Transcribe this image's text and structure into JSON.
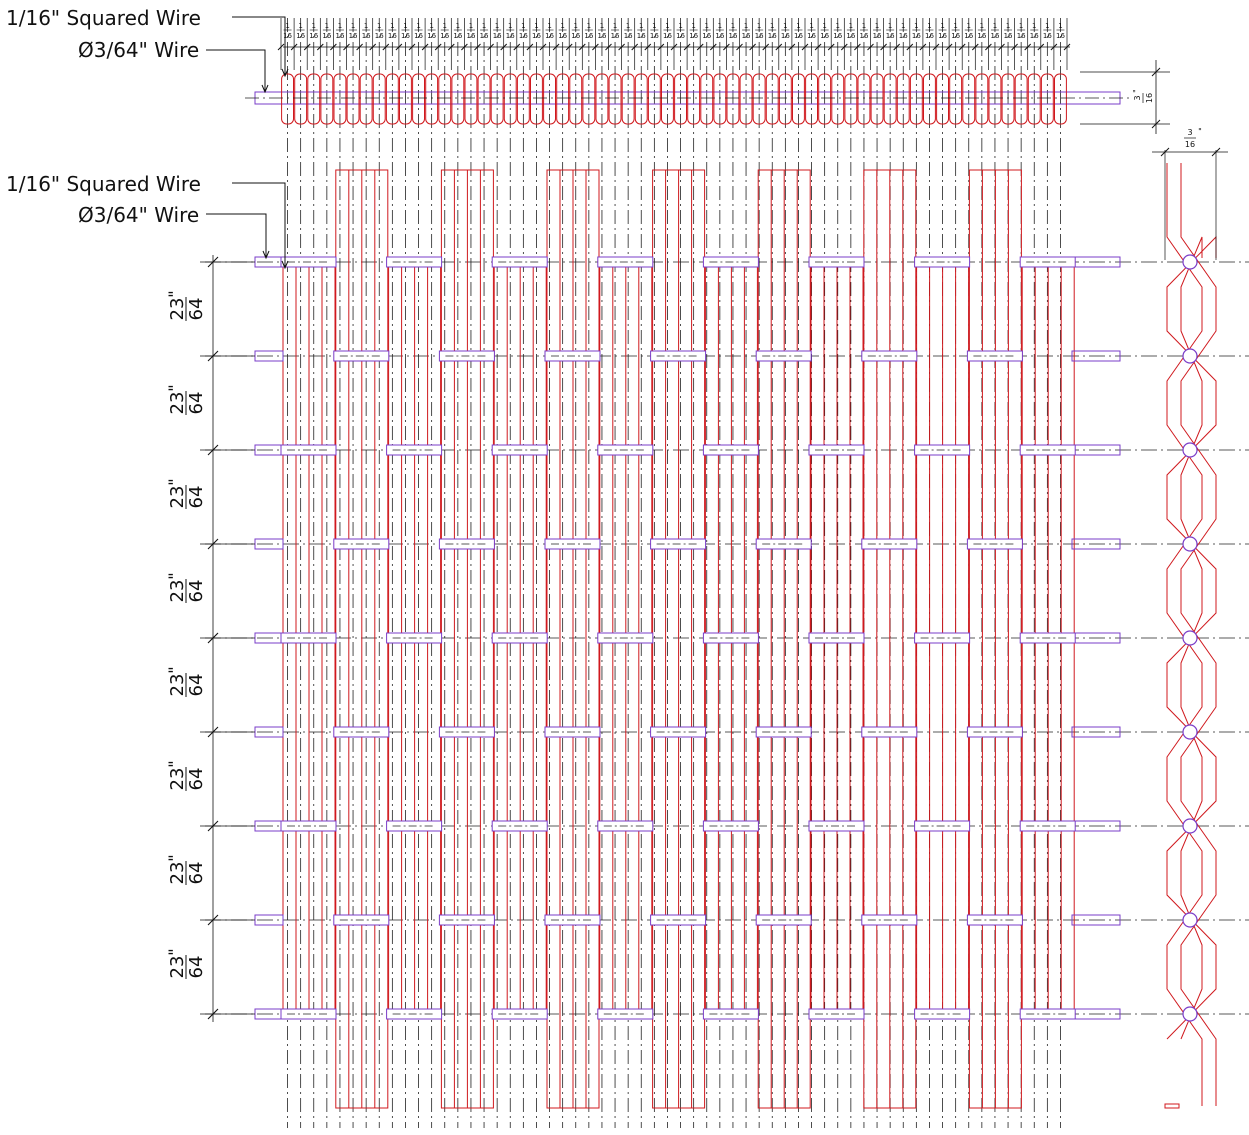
{
  "labels": {
    "squared_wire_top": "1/16\" Squared Wire",
    "round_wire_top": "Ø3/64\" Wire",
    "squared_wire_mid": "1/16\" Squared Wire",
    "round_wire_mid": "Ø3/64\" Wire"
  },
  "dims": {
    "pitch_num": "1",
    "pitch_den": "16",
    "thickness_num": "3",
    "thickness_den": "16",
    "thickness_unit": "\"",
    "row_num": "23",
    "row_den": "64",
    "row_unit": "\""
  },
  "colors": {
    "squared_wire": "#d0191e",
    "round_wire": "#7a3cc8",
    "centerline": "#222222",
    "dimension": "#111111"
  }
}
